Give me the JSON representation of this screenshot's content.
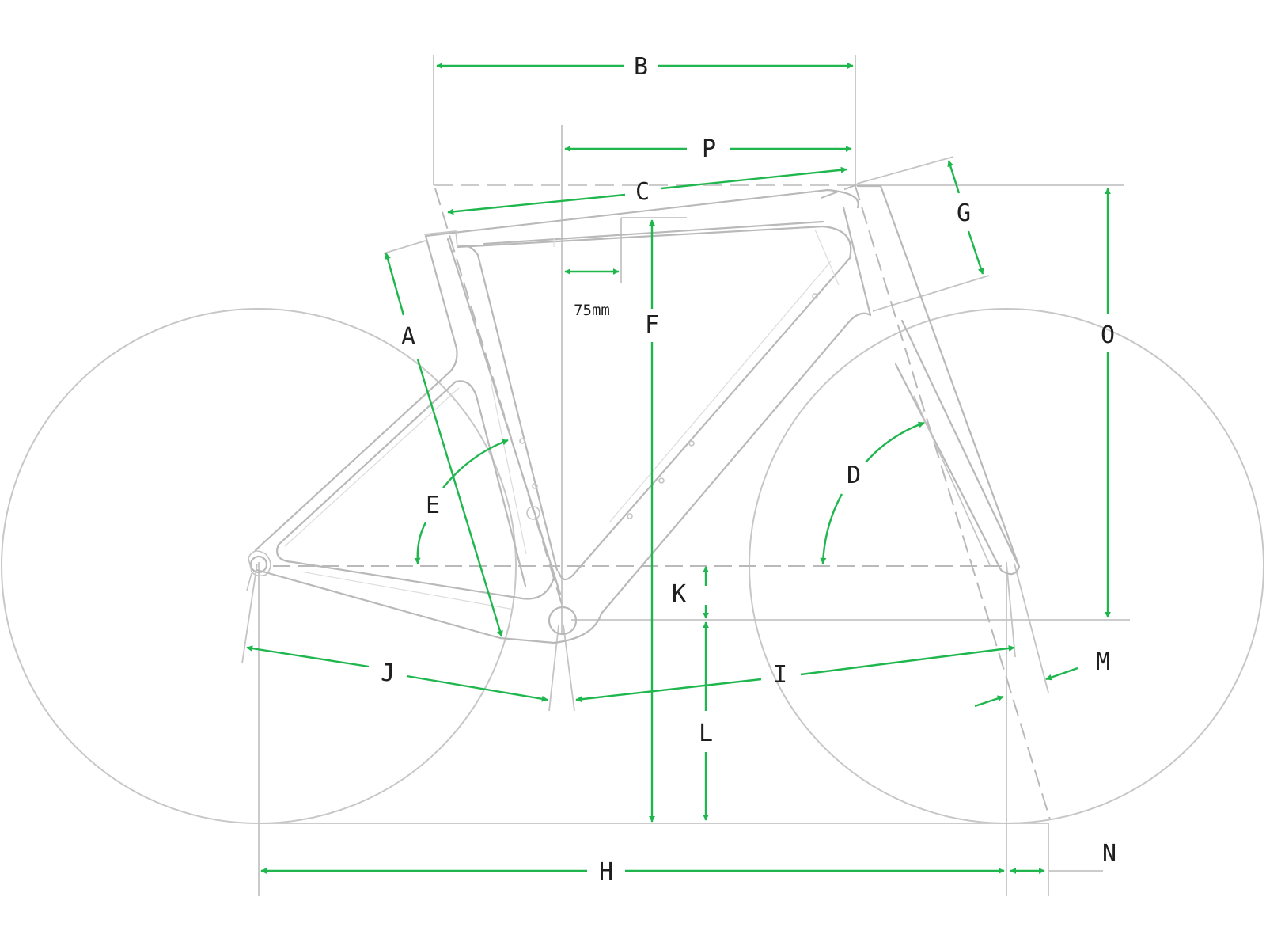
{
  "colors": {
    "dimension": "#1fb64e",
    "frame": "#b9b9b9",
    "label": "#1f1f1f"
  },
  "labels": {
    "A": "A",
    "B": "B",
    "C": "C",
    "D": "D",
    "E": "E",
    "F": "F",
    "G": "G",
    "H": "H",
    "I": "I",
    "J": "J",
    "K": "K",
    "L": "L",
    "M": "M",
    "N": "N",
    "O": "O",
    "P": "P"
  },
  "annotations": {
    "setback": "75mm"
  }
}
